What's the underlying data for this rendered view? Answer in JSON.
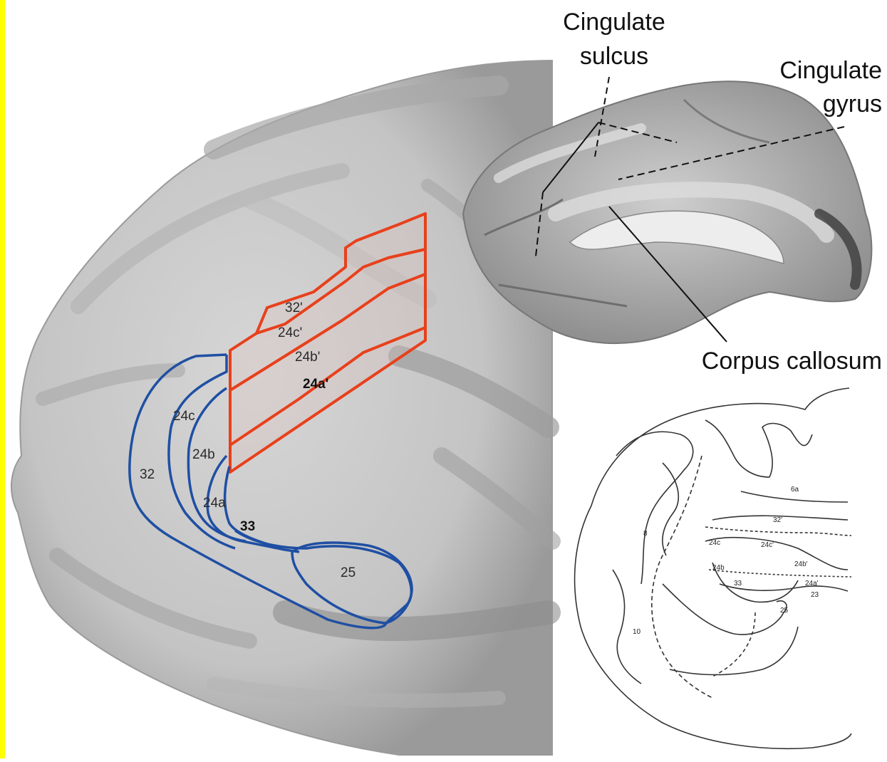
{
  "colors": {
    "left_border": "#ffff00",
    "brain_fill": "#c8c8c8",
    "red_outline": "#e8401c",
    "blue_outline": "#1f4fa3",
    "leader_line": "#111111"
  },
  "labels": {
    "cingulate_sulcus_line1": "Cingulate",
    "cingulate_sulcus_line2": "sulcus",
    "cingulate_gyrus_line1": "Cingulate",
    "cingulate_gyrus_line2": "gyrus",
    "corpus_callosum": "Corpus callosum"
  },
  "red_areas": {
    "a32p": "32'",
    "a24cp": "24c'",
    "a24bp": "24b'",
    "a24ap": "24a'"
  },
  "blue_areas": {
    "a24c": "24c",
    "a24b": "24b",
    "a32": "32",
    "a24a": "24a",
    "a33": "33",
    "a25": "25"
  },
  "section_labels": {
    "s6a": "6a",
    "s32p": "32'",
    "s24cp": "24c'",
    "s24c": "24c",
    "s24bp": "24b'",
    "s24b": "24b",
    "s24ap": "24a'",
    "s33": "33",
    "s23": "23",
    "s25": "25",
    "s10": "10",
    "s8": "8"
  }
}
